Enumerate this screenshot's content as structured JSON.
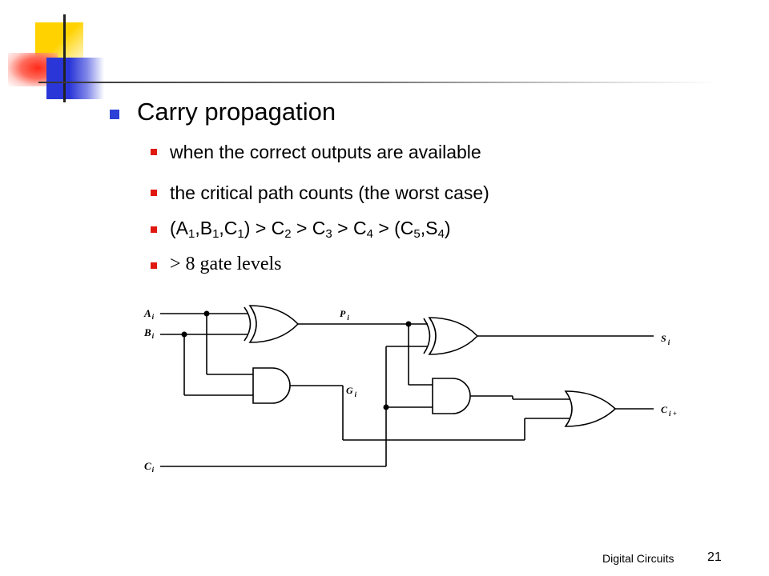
{
  "slide": {
    "title": "Carry propagation",
    "bullets": [
      "when the correct outputs are available",
      "the critical path counts (the worst case)"
    ],
    "path": {
      "p1": "(A",
      "s1": "1",
      "p2": ",B",
      "s2": "1",
      "p3": ",C",
      "s3": "1",
      "p4": ") > C",
      "s4": "2",
      "p5": " > C",
      "s5": "3",
      "p6": " > C",
      "s6": "4",
      "p7": " > (C",
      "s7": "5",
      "p8": ",S",
      "s8": "4",
      "p9": ")"
    },
    "gate_levels": "> 8 gate levels"
  },
  "circuit": {
    "labels": {
      "a": "A",
      "a_sub": "i",
      "b": "B",
      "b_sub": "i",
      "c": "C",
      "c_sub": "i",
      "p": "P",
      "p_sub": "i",
      "g": "G",
      "g_sub": "i",
      "s": "S",
      "s_sub": "i",
      "cout": "C",
      "cout_sub": "i +"
    }
  },
  "footer": {
    "label": "Digital Circuits",
    "page": "21"
  },
  "colors": {
    "main_bullet": "#2c3fd6",
    "sub_bullet": "#e0180f"
  }
}
